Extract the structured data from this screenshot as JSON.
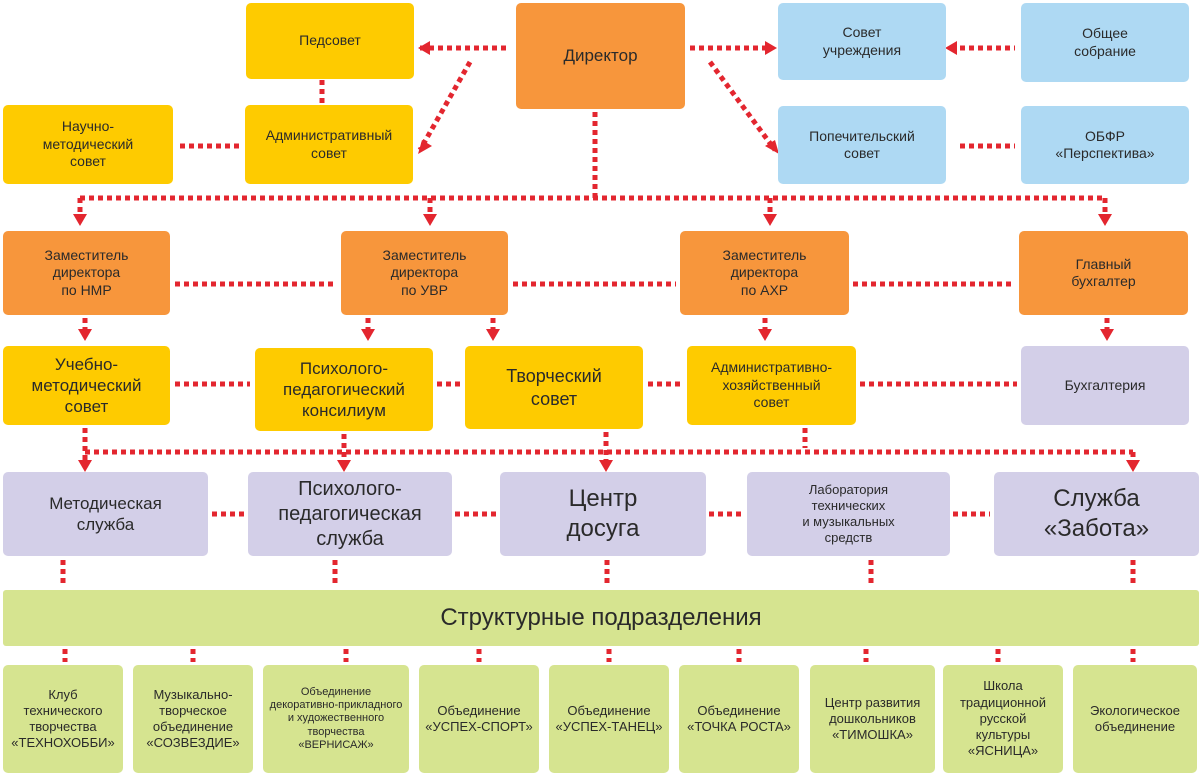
{
  "diagram": {
    "colors": {
      "connector": "#e3262f",
      "council": "#fecb00",
      "management": "#f7963c",
      "public_bodies": "#aed9f3",
      "services": "#d3cfe8",
      "units": "#d6e490"
    },
    "top": {
      "director": "Директор",
      "pedsovet": "Педсовет",
      "nauchno_metod_sovet": "Научно-\nметодический\nсовет",
      "admin_sovet": "Административный\nсовет",
      "sovet_uchrezhdeniya": "Совет\nучреждения",
      "obshchee_sobranie": "Общее\nсобрание",
      "popechitelsky_sovet": "Попечительский\nсовет",
      "obfr": "ОБФР\n«Перспектива»"
    },
    "deputies": {
      "zam_nmr": "Заместитель\nдиректора\nпо НМР",
      "zam_uvr": "Заместитель\nдиректора\nпо УВР",
      "zam_ahr": "Заместитель\nдиректора\nпо АХР",
      "glavbukh": "Главный\nбухгалтер"
    },
    "councils": {
      "uchebno_metod_sovet": "Учебно-\nметодический\nсовет",
      "psy_ped_konsilium": "Психолого-\nпедагогический\nконсилиум",
      "tvorchesky_sovet": "Творческий\nсовет",
      "admin_hoz_sovet": "Административно-\nхозяйственный\nсовет",
      "buhgalteriya": "Бухгалтерия"
    },
    "services": {
      "metod_sluzhba": "Методическая\nслужба",
      "psy_ped_sluzhba": "Психолого-\nпедагогическая\nслужба",
      "centr_dosuga": "Центр\nдосуга",
      "laboratoriya": "Лаборатория\nтехнических\nи музыкальных\nсредств",
      "sluzhba_zabota": "Служба\n«Забота»"
    },
    "banner": "Структурные    подразделения",
    "units": [
      "Клуб\nтехнического\nтворчества\n«ТЕХНОХОББИ»",
      "Музыкально-\nтворческое\nобъединение\n«СОЗВЕЗДИЕ»",
      "Объединение\nдекоративно-прикладного\nи художественного\nтворчества\n«ВЕРНИСАЖ»",
      "Объединение\n«УСПЕХ-СПОРТ»",
      "Объединение\n«УСПЕХ-ТАНЕЦ»",
      "Объединение\n«ТОЧКА РОСТА»",
      "Центр развития\nдошкольников\n«ТИМОШКА»",
      "Школа\nтрадиционной\nрусской\nкультуры\n«ЯСНИЦА»",
      "Экологическое\nобъединение"
    ]
  }
}
